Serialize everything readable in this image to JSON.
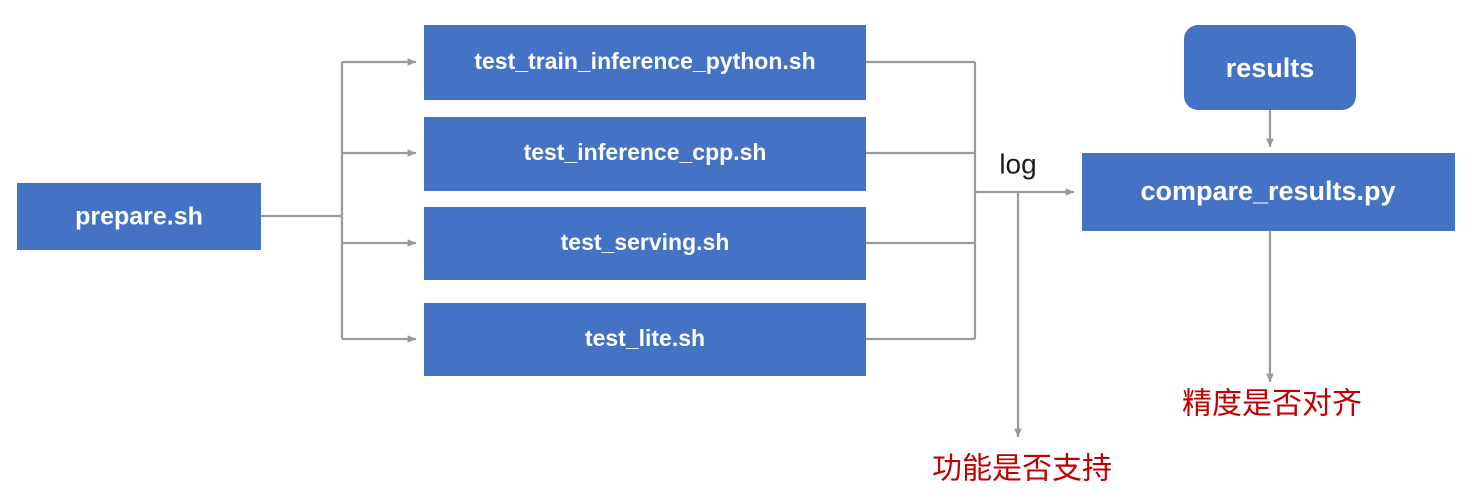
{
  "diagram": {
    "title": "paddle test tipc flow",
    "colors": {
      "node_fill": "#4472C4",
      "node_text": "#FFFFFF",
      "line": "#9A9A9A",
      "edge_label_text": "#1A1A1A",
      "note_text": "#C00000",
      "background": "#FFFFFF"
    },
    "nodes": {
      "prepare": {
        "label": "prepare.sh",
        "shape": "rect"
      },
      "test_train_inference_python": {
        "label": "test_train_inference_python.sh",
        "shape": "rect"
      },
      "test_inference_cpp": {
        "label": "test_inference_cpp.sh",
        "shape": "rect"
      },
      "test_serving": {
        "label": "test_serving.sh",
        "shape": "rect"
      },
      "test_lite": {
        "label": "test_lite.sh",
        "shape": "rect"
      },
      "results": {
        "label": "results",
        "shape": "rounded-rect"
      },
      "compare_results": {
        "label": "compare_results.py",
        "shape": "rect"
      }
    },
    "edge_labels": {
      "log": "log"
    },
    "notes": {
      "function_support": "功能是否支持",
      "precision_aligned": "精度是否对齐"
    }
  }
}
